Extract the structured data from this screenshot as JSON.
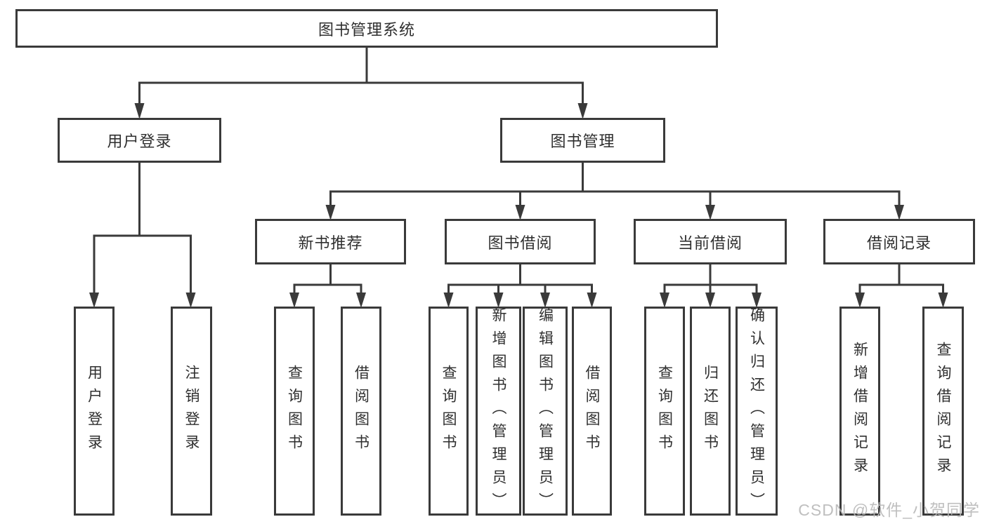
{
  "tree": {
    "root": "图书管理系统",
    "level2": [
      "用户登录",
      "图书管理"
    ],
    "level3": [
      "新书推荐",
      "图书借阅",
      "当前借阅",
      "借阅记录"
    ],
    "user_login_children": [
      "用户登录",
      "注销登录"
    ],
    "new_book_children": [
      "查询图书",
      "借阅图书"
    ],
    "borrow_children": [
      "查询图书",
      "新增图书（管理员）",
      "编辑图书（管理员）",
      "借阅图书"
    ],
    "current_children": [
      "查询图书",
      "归还图书",
      "确认归还（管理员）"
    ],
    "records_children": [
      "新增借阅记录",
      "查询借阅记录"
    ]
  },
  "watermark": {
    "text": "CSDN @软件_小贺同学"
  },
  "colors": {
    "line": "#3a3a3a",
    "text": "#2f2f2f",
    "watermark": "#b9b9b9",
    "background": "#ffffff"
  }
}
